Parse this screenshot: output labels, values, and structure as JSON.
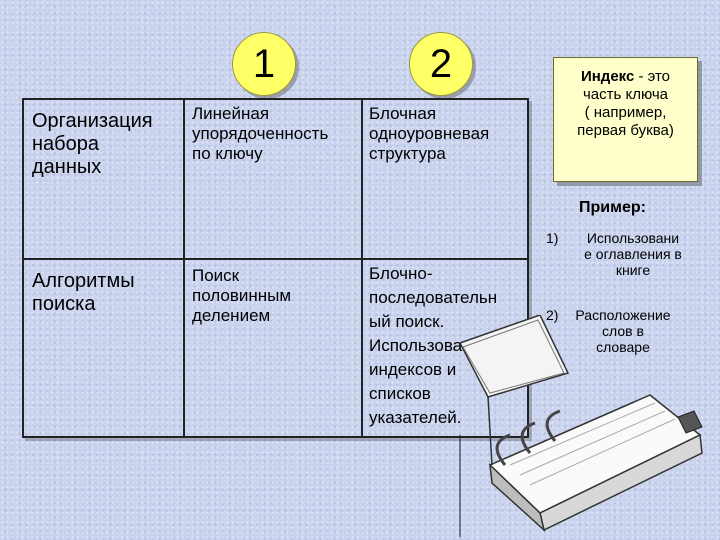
{
  "badges": [
    "1",
    "2"
  ],
  "table": {
    "rows": [
      {
        "header": [
          "Организация",
          "набора",
          "данных"
        ],
        "col1": [
          "Линейная",
          "упорядоченность",
          "по ключу"
        ],
        "col2": [
          "Блочная",
          "одноуровневая",
          "структура"
        ]
      },
      {
        "header": [
          "Алгоритмы",
          "поиска"
        ],
        "col1": [
          "Поиск",
          "половинным",
          "делением"
        ],
        "col2": [
          "Блочно-",
          "последовательн",
          "ый поиск.",
          "Использование",
          "индексов и",
          "списков",
          "указателей."
        ]
      }
    ]
  },
  "note": {
    "term": "Индекс",
    "rest_first": " - это",
    "lines": [
      "часть ключа",
      "( например,",
      "первая буква)"
    ]
  },
  "example": {
    "title": "Пример:",
    "items": [
      {
        "num": "1)",
        "lines": [
          "Использовани",
          "е оглавления в",
          "книге"
        ]
      },
      {
        "num": "2)",
        "lines": [
          "Расположение",
          "слов в",
          "словаре"
        ]
      }
    ]
  },
  "colors": {
    "background": "#c9d3ee",
    "badge": "#ffff66",
    "note": "#ffffcc"
  },
  "icons": [
    "book-illustration"
  ]
}
